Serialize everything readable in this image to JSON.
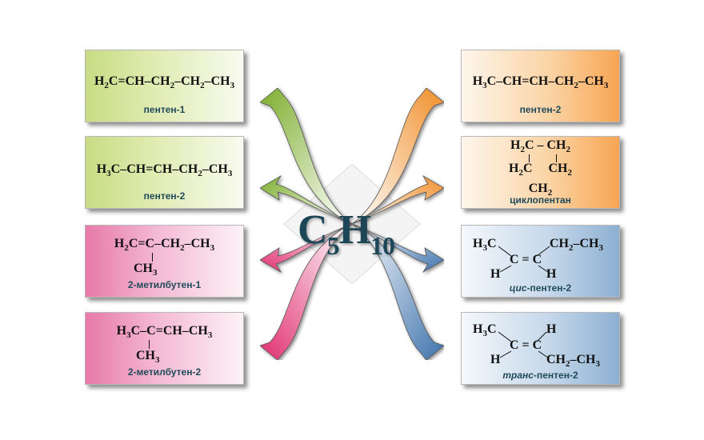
{
  "center_formula": {
    "main": "C",
    "sub1": "5",
    "h": "H",
    "sub2": "10"
  },
  "cards": {
    "l1": {
      "label": "пентен-1"
    },
    "l2": {
      "label": "пентен-2"
    },
    "l3": {
      "label": "2-метилбутен-1"
    },
    "l4": {
      "label": "2-метилбутен-2"
    },
    "r1": {
      "label": "пентен-2"
    },
    "r2": {
      "label": "циклопентан"
    },
    "r3": {
      "prefix": "цис",
      "label": "-пентен-2"
    },
    "r4": {
      "prefix": "транс",
      "label": "-пентен-2"
    }
  },
  "colors": {
    "green": "#8fbc3f",
    "pink": "#e0467f",
    "orange": "#f39c3a",
    "blue": "#4f7fb2",
    "title": "#1d4757"
  }
}
